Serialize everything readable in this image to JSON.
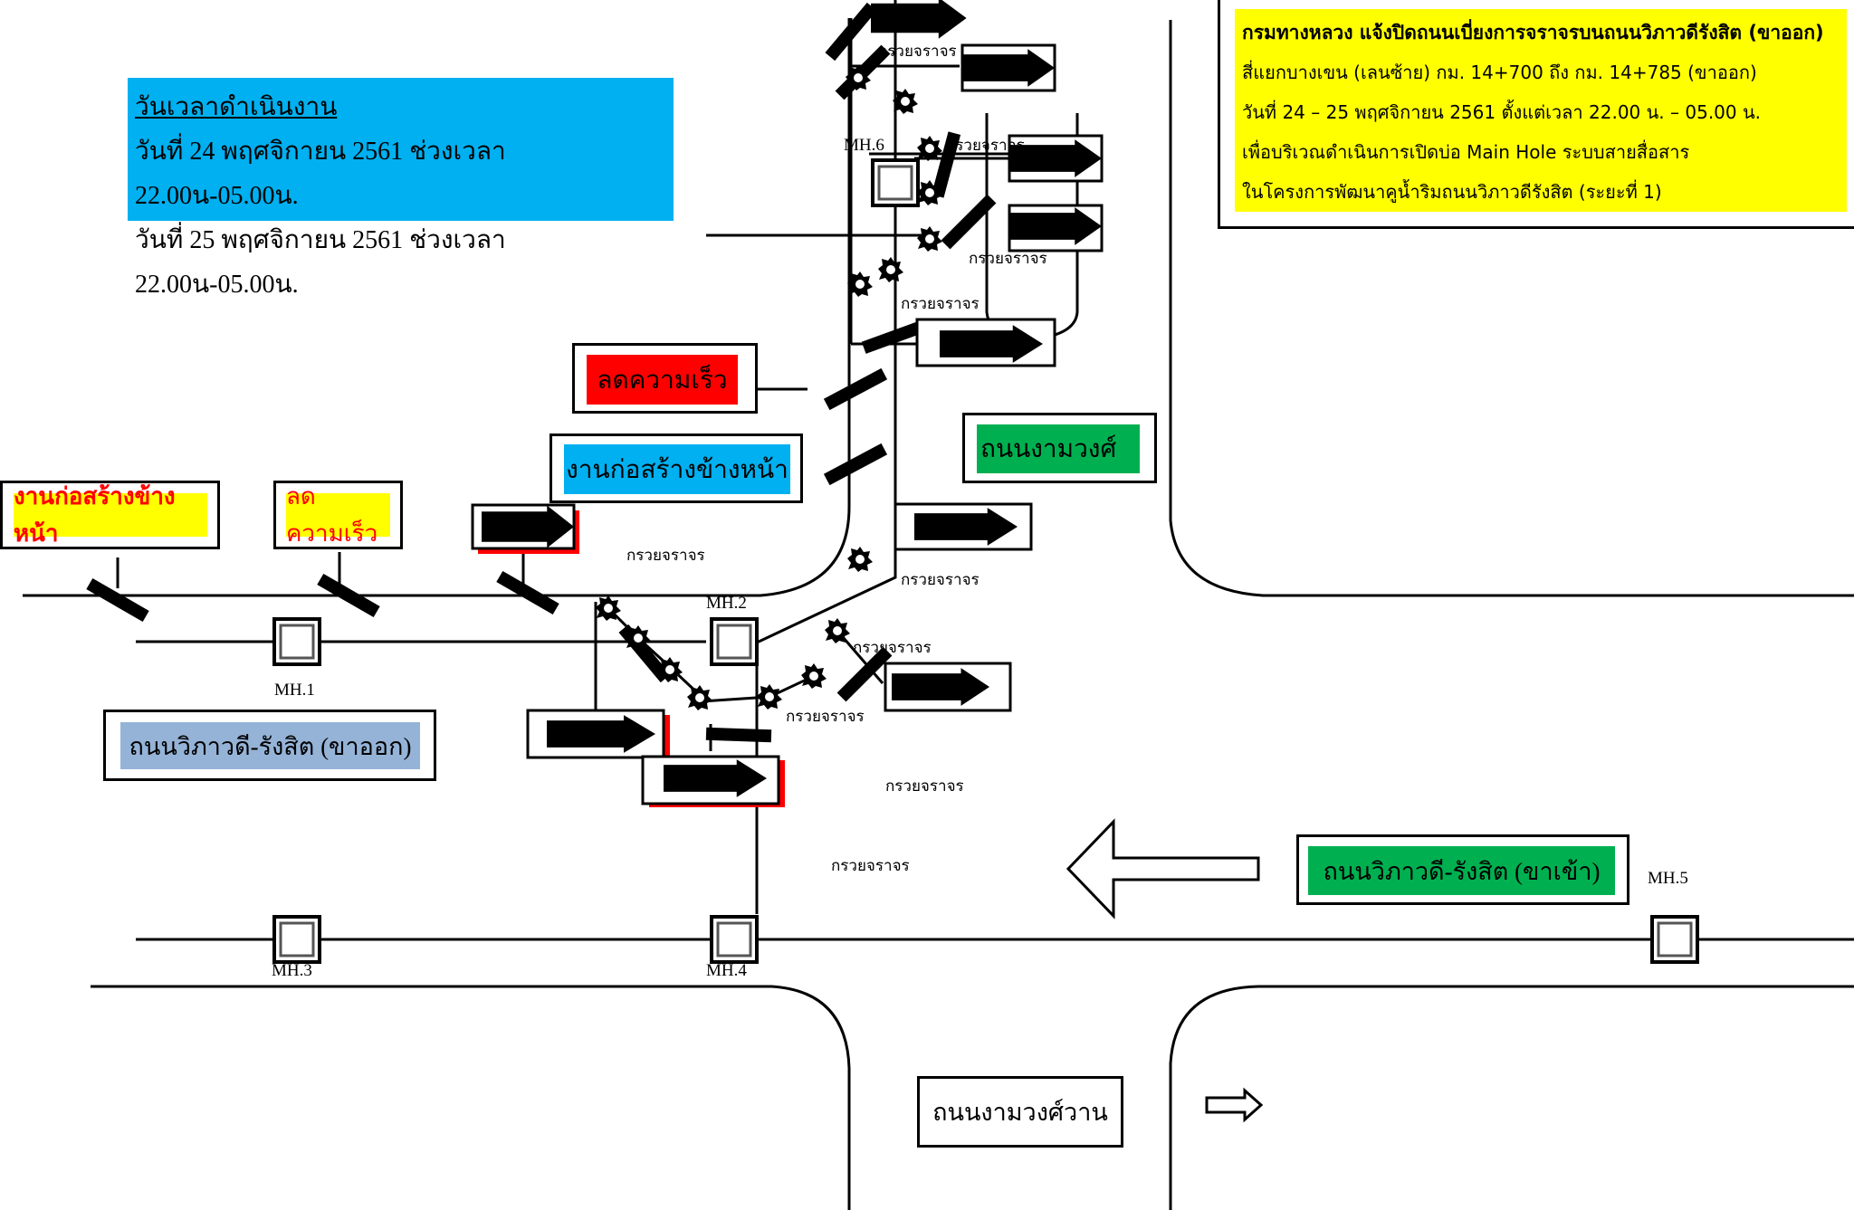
{
  "schedule_box": {
    "title": "วันเวลาดำเนินงาน",
    "lines": [
      "วันที่ 24 พฤศจิกายน 2561 ช่วงเวลา 22.00น-05.00น.",
      "วันที่ 25 พฤศจิกายน 2561 ช่วงเวลา 22.00น-05.00น."
    ],
    "background": "#00b0f0"
  },
  "notice_box": {
    "heading": "กรมทางหลวง แจ้งปิดถนนเบี่ยงการจราจรบนถนนวิภาวดีรังสิต (ขาออก)",
    "lines": [
      "สี่แยกบางเขน (เลนซ้าย) กม. 14+700 ถึง กม. 14+785 (ขาออก)",
      "วันที่ 24 – 25 พฤศจิกายน 2561 ตั้งแต่เวลา 22.00 น. – 05.00 น.",
      "เพื่อบริเวณดำเนินการเปิดบ่อ Main Hole ระบบสายสื่อสาร",
      "ในโครงการพัฒนาคูน้ำริมถนนวิภาวดีรังสิต (ระยะที่ 1)"
    ],
    "background": "#ffff00"
  },
  "signs": {
    "construction_ahead_yellow": "งานก่อสร้างข้างหน้า",
    "slow_down_yellow": "ลดความเร็ว",
    "slow_down_red": "ลดความเร็ว",
    "construction_ahead_blue": "งานก่อสร้างข้างหน้า"
  },
  "road_labels": {
    "ngamwongwan": "ถนนงามวงศ์",
    "vibhavadi_outbound": "ถนนวิภาวดี-รังสิต (ขาออก)",
    "vibhavadi_inbound": "ถนนวิภาวดี-รังสิต (ขาเข้า)",
    "ngamwongwan_wan": "ถนนงามวงศ์วาน"
  },
  "manholes": [
    "MH.1",
    "MH.2",
    "MH.3",
    "MH.4",
    "MH.5",
    "MH.6"
  ],
  "lane_label": "กรวยจราจร",
  "colors": {
    "yellow": "#ffff00",
    "red": "#ff0000",
    "blue": "#00b0f0",
    "green": "#00b050",
    "steel_blue": "#95b3d7",
    "sign_text_red": "#ff0000"
  }
}
